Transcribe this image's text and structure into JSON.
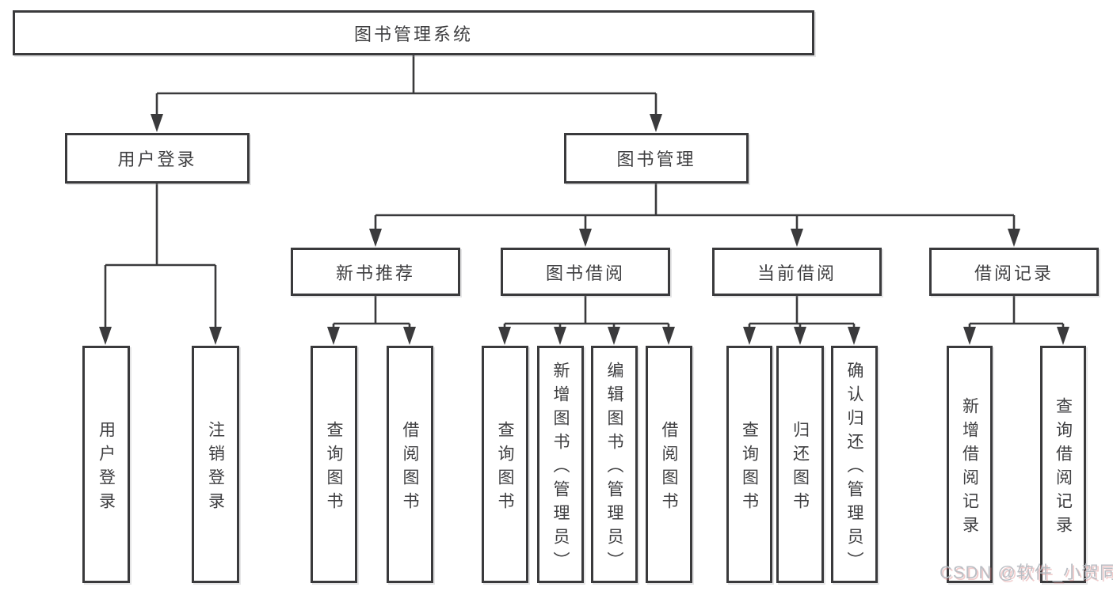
{
  "diagram": {
    "type": "hierarchy-tree",
    "tree": {
      "label": "图书管理系统",
      "children": [
        {
          "label": "用户登录",
          "children": [
            {
              "label": "用户登录"
            },
            {
              "label": "注销登录"
            }
          ]
        },
        {
          "label": "图书管理",
          "children": [
            {
              "label": "新书推荐",
              "children": [
                {
                  "label": "查询图书"
                },
                {
                  "label": "借阅图书"
                }
              ]
            },
            {
              "label": "图书借阅",
              "children": [
                {
                  "label": "查询图书"
                },
                {
                  "label": "新增图书（管理员）"
                },
                {
                  "label": "编辑图书（管理员）"
                },
                {
                  "label": "借阅图书"
                }
              ]
            },
            {
              "label": "当前借阅",
              "children": [
                {
                  "label": "查询图书"
                },
                {
                  "label": "归还图书"
                },
                {
                  "label": "确认归还（管理员）"
                }
              ]
            },
            {
              "label": "借阅记录",
              "children": [
                {
                  "label": "新增借阅记录"
                },
                {
                  "label": "查询借阅记录"
                }
              ]
            }
          ]
        }
      ]
    },
    "colors": {
      "line": "#3a3a3c",
      "text": "#3f3f41",
      "background": "#ffffff",
      "watermark_text": "#b7bbc1"
    }
  },
  "watermark": "CSDN @软件_小贺同学"
}
